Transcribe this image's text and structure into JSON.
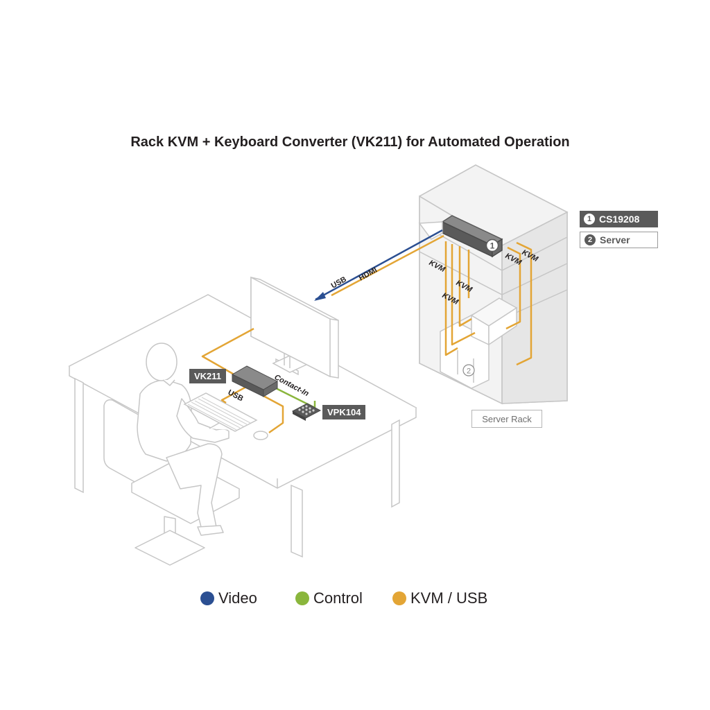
{
  "title": "Rack KVM + Keyboard Converter (VK211) for Automated Operation",
  "callouts": [
    {
      "number": "1",
      "label": "CS19208"
    },
    {
      "number": "2",
      "label": "Server"
    }
  ],
  "devices": {
    "vk211": "VK211",
    "vpk104": "VPK104",
    "rack": "Server Rack"
  },
  "cable_labels": {
    "usb_top": "USB",
    "hdmi": "HDMI",
    "kvm_1": "KVM",
    "kvm_2": "KVM",
    "kvm_3": "KVM",
    "kvm_4": "KVM",
    "kvm_5": "KVM",
    "contact_in": "Contact-In",
    "usb_desk": "USB"
  },
  "legend": [
    {
      "label": "Video",
      "color": "#2b4f92"
    },
    {
      "label": "Control",
      "color": "#8ab63c"
    },
    {
      "label": "KVM / USB",
      "color": "#e3a535"
    }
  ],
  "colors": {
    "video": "#2b4f92",
    "control": "#8ab63c",
    "kvm_usb": "#e3a535",
    "outline": "#c6c6c6",
    "device": "#5a5a5a"
  }
}
